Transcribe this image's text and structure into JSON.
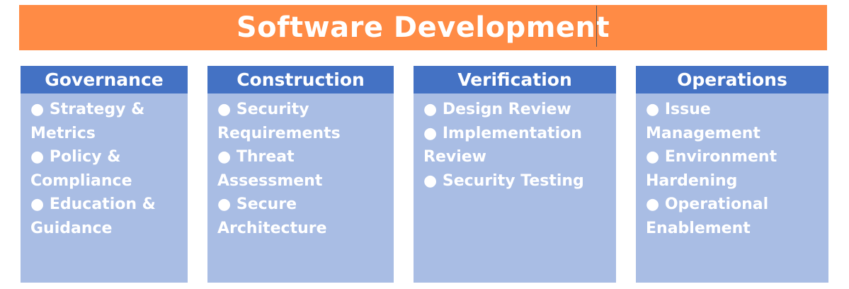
{
  "title": "Software Development",
  "colors": {
    "banner": "#ff8b45",
    "column_header": "#4472c4",
    "column_body": "#a9bde4",
    "text": "#ffffff"
  },
  "columns": [
    {
      "heading": "Governance",
      "items": [
        "Strategy & Metrics",
        "Policy & Compliance",
        "Education & Guidance"
      ]
    },
    {
      "heading": "Construction",
      "items": [
        "Security Requirements",
        "Threat Assessment",
        "Secure Architecture"
      ]
    },
    {
      "heading": "Verification",
      "items": [
        "Design Review",
        "Implementation Review",
        "Security Testing"
      ]
    },
    {
      "heading": "Operations",
      "items": [
        "Issue Management",
        "Environment Hardening",
        "Operational Enablement"
      ]
    }
  ]
}
